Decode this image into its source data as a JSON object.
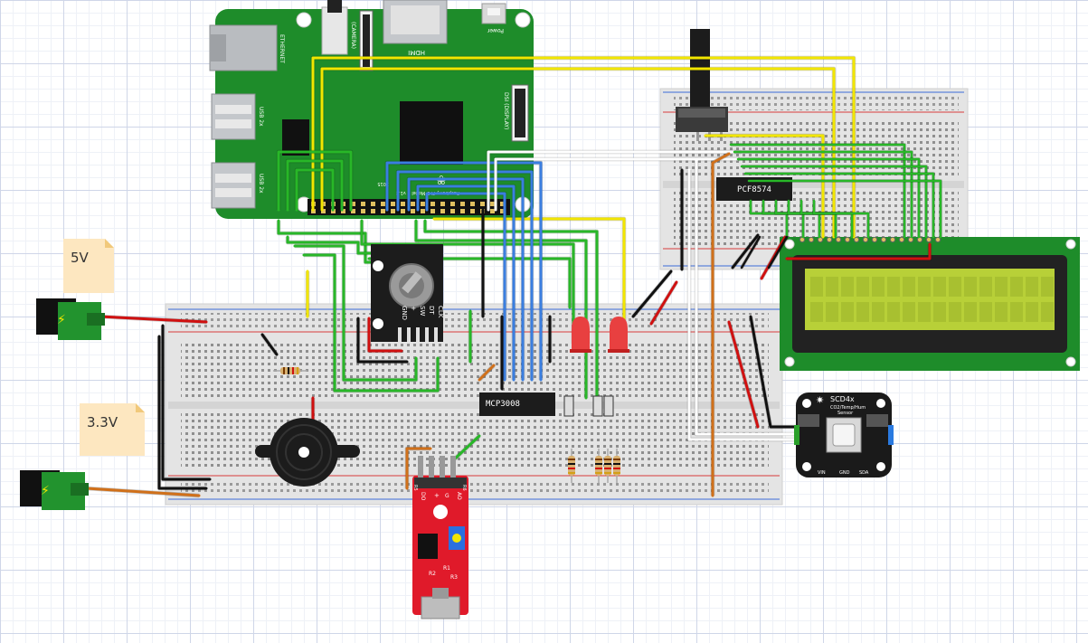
{
  "notes": {
    "five_volt": "5V",
    "three_volt": "3.3V"
  },
  "pi": {
    "ethernet": "ETHERNET",
    "usb_top": "USB 2x",
    "usb_bottom": "USB 2x",
    "hdmi": "HDMI",
    "power": "Power",
    "camera": "(CAMERA)",
    "display": "DSI (DISPLAY)",
    "board_model": "Raspberry Pi 3 Model B v1.2",
    "year": "2015"
  },
  "chips": {
    "pcf": "PCF8574",
    "mcp": "MCP3008"
  },
  "encoder": {
    "pins": [
      "GND",
      "+",
      "SW",
      "DT",
      "CLK"
    ]
  },
  "sensor": {
    "title": "SCD4x",
    "sub1": "CO2/Temp/Hum",
    "sub2": "Sensor",
    "pins": [
      "VIN",
      "GND",
      "SDA"
    ]
  },
  "sound": {
    "left": "DO",
    "plus": "+",
    "gnd": "G",
    "ao": "AO",
    "r5": "R5",
    "r6": "R6",
    "r1": "R1",
    "r2": "R2",
    "r3": "R3"
  },
  "colors": {
    "pi_green": "#1e8c2a",
    "wire_yellow": "#f2e600",
    "wire_green": "#28b728",
    "wire_blue": "#3a7ee0",
    "wire_red": "#d01010",
    "wire_orange": "#d0701a",
    "lcd_screen": "#b8d038",
    "sound_red": "#e01a2a"
  }
}
